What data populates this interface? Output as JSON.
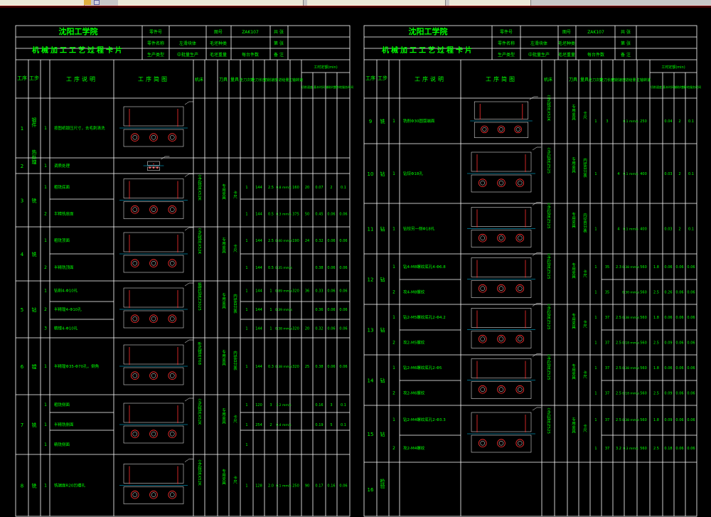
{
  "taskbar": {
    "segments": [
      {
        "label": "",
        "icon": "folder-icon"
      },
      {
        "label": "",
        "icon": "settings-icon"
      },
      {
        "label": "",
        "icon": ""
      },
      {
        "label": "",
        "icon": ""
      },
      {
        "label": "",
        "icon": ""
      },
      {
        "label": "",
        "icon": ""
      }
    ]
  },
  "colors": {
    "background": "#000000",
    "frame": "#ffffff",
    "text": "#00ff00",
    "section_lines": "#ff3030",
    "dimension": "#00d0ff"
  },
  "card_left": {
    "school": "沈阳工学院",
    "title": "机械加工工艺过程卡片",
    "header": {
      "part_no_label": "零件号",
      "part_no_value": "",
      "drawing_label": "图号",
      "drawing_value": "ZAK107",
      "sheet_label": "共 张",
      "material_label": "零件名称",
      "material_value": "左滑块体",
      "weight_label": "毛坯种类",
      "weight_value": "",
      "page_label": "第 张",
      "batch_label": "生产类型",
      "batch_value": "中批量生产",
      "blank_label": "毛坯重量",
      "blank_value": "",
      "qty_label": "每台件数",
      "qty_value": "",
      "note_label": "备 注"
    },
    "columns": {
      "proc": "工序",
      "step": "工步",
      "desc": "工序说明",
      "sketch": "工序简图",
      "machine": "机床",
      "tool": "刀具",
      "qty": "量具",
      "passes": "走刀次数",
      "length": "走刀长度",
      "speed": "切削速度",
      "feed": "进给量",
      "rpm": "主轴转速",
      "cutting": "切削速度",
      "time": "工时定额(min)",
      "t_basic": "基本时间",
      "t_aux": "辅助时间",
      "t_work": "工作地服务时间"
    },
    "rows": [
      {
        "proc": "1",
        "name": "锻件",
        "steps": [
          {
            "no": "1",
            "desc": "按图纸锻压尺寸，去毛刺清洗"
          }
        ]
      },
      {
        "proc": "2",
        "name": "热处理",
        "steps": [
          {
            "no": "1",
            "desc": "调质处理"
          }
        ]
      },
      {
        "proc": "3",
        "name": "铣",
        "steps": [
          {
            "no": "1",
            "desc": "粗铣底面",
            "pass": "1",
            "len": "144",
            "d": "2.5",
            "v": "0.8 mm/s",
            "n": "160",
            "f": "20",
            "t1": "0.07",
            "t2": "2",
            "t3": "0.1"
          },
          {
            "no": "2",
            "desc": "半精铣底面",
            "pass": "1",
            "len": "144",
            "d": "0.5",
            "v": "0.3 mm/s",
            "n": "375",
            "f": "50",
            "t1": "0.45",
            "t2": "0.06",
            "t3": "0.06"
          }
        ],
        "machine": "立式铣床X52K",
        "tool": "专用夹具",
        "gauge": "卡尺"
      },
      {
        "proc": "4",
        "name": "铣",
        "steps": [
          {
            "no": "1",
            "desc": "粗铣顶面",
            "pass": "1",
            "len": "144",
            "d": "2.5",
            "v": "0.40 mm/s",
            "n": "190",
            "f": "24",
            "t1": "0.32",
            "t2": "0.06",
            "t3": "0.06"
          },
          {
            "no": "2",
            "desc": "半精铣顶面",
            "pass": "1",
            "len": "144",
            "d": "0.5",
            "v": "0.35 mm/s",
            "n": "",
            "f": "",
            "t1": "0.38",
            "t2": "0.06",
            "t3": "0.06"
          }
        ],
        "machine": "立式铣床X52K",
        "tool": "专用夹具",
        "gauge": "卡尺"
      },
      {
        "proc": "5",
        "name": "钻",
        "steps": [
          {
            "no": "1",
            "desc": "钻削4-Φ10孔",
            "pass": "1",
            "len": "144",
            "d": "1",
            "v": "0.89 mm/s",
            "n": "320",
            "f": "36",
            "t1": "0.33",
            "t2": "0.06",
            "t3": "0.06"
          },
          {
            "no": "2",
            "desc": "半精镗4-Φ10孔",
            "pass": "1",
            "len": "144",
            "d": "1",
            "v": "0.39 mm/s",
            "n": "",
            "f": "",
            "t1": "0.36",
            "t2": "0.06",
            "t3": "0.06"
          },
          {
            "no": "3",
            "desc": "精镗4-Φ10孔",
            "pass": "1",
            "len": "144",
            "d": "1",
            "v": "0.38 mm/s",
            "n": "320",
            "f": "20",
            "t1": "0.32",
            "t2": "0.06",
            "t3": "0.06"
          }
        ],
        "machine": "摇臂钻床Z3025",
        "tool": "专用夹具",
        "gauge": "内径百分表"
      },
      {
        "proc": "6",
        "name": "镗",
        "steps": [
          {
            "no": "1",
            "desc": "半精镗Φ35-Φ70孔，倒角",
            "pass": "1",
            "len": "144",
            "d": "0.3",
            "v": "0.38 mm/s",
            "n": "320",
            "f": "25",
            "t1": "0.38",
            "t2": "0.06",
            "t3": "0.06"
          }
        ],
        "machine": "卧式镗床T68",
        "tool": "专用夹具",
        "gauge": "内径百分表"
      },
      {
        "proc": "7",
        "name": "铣",
        "steps": [
          {
            "no": "1",
            "desc": "粗铣侧面",
            "pass": "1",
            "len": "120",
            "d": "3",
            "v": "3.2 mm/s",
            "n": "",
            "f": "",
            "t1": "0.16",
            "t2": "3",
            "t3": "0.1"
          },
          {
            "no": "1",
            "desc": "半精铣侧面",
            "pass": "1",
            "len": "254",
            "d": "2",
            "v": "0.4 mm/s",
            "n": "",
            "f": "",
            "t1": "0.19",
            "t2": "5",
            "t3": "0.1"
          },
          {
            "no": "1",
            "desc": "精铣侧面",
            "pass": "1",
            "len": "",
            "d": "",
            "v": "",
            "n": "",
            "f": "",
            "t1": "",
            "t2": "",
            "t3": ""
          }
        ],
        "machine": "立式铣床X52K",
        "tool": "专用夹具",
        "gauge": "卡尺"
      },
      {
        "proc": "8",
        "name": "铣",
        "steps": [
          {
            "no": "1",
            "desc": "铣端面R20凹槽孔",
            "pass": "1",
            "len": "128",
            "d": "2.0",
            "v": "0.1 mm/s",
            "n": "250",
            "f": "90",
            "t1": "0.17",
            "t2": "0.16",
            "t3": "0.06"
          }
        ],
        "machine": "立式铣床X52K",
        "tool": "专用夹具",
        "gauge": "卡尺"
      }
    ]
  },
  "card_right": {
    "school": "沈阳工学院",
    "title": "机械加工工艺过程卡片",
    "header": {
      "part_no_label": "零件号",
      "drawing_label": "图号",
      "drawing_value": "ZAK107",
      "sheet_label": "共 张",
      "material_label": "零件名称",
      "material_value": "左滑块体",
      "weight_label": "毛坯种类",
      "page_label": "第 张",
      "batch_label": "生产类型",
      "batch_value": "中批量生产",
      "blank_label": "毛坯重量",
      "qty_label": "每台件数",
      "note_label": "备 注"
    },
    "rows": [
      {
        "proc": "9",
        "name": "铣",
        "steps": [
          {
            "no": "1",
            "desc": "铣削Φ30圆弧端面",
            "pass": "1",
            "len": "3",
            "d": "",
            "v": "0.1 mm/s",
            "n": "250",
            "f": "",
            "t1": "0.04",
            "t2": "2",
            "t3": "0.1"
          }
        ],
        "machine": "立式铣床X52K",
        "tool": "专用夹具",
        "gauge": "卡尺"
      },
      {
        "proc": "10",
        "name": "钻",
        "steps": [
          {
            "no": "1",
            "desc": "钻铰Φ18孔",
            "pass": "1",
            "len": "",
            "d": "4",
            "v": "0.1 mm/s",
            "n": "400",
            "f": "",
            "t1": "0.03",
            "t2": "2",
            "t3": "0.1"
          }
        ],
        "machine": "立式钻床Z525",
        "tool": "专用夹具",
        "gauge": "内径百分表"
      },
      {
        "proc": "11",
        "name": "钻",
        "steps": [
          {
            "no": "1",
            "desc": "钻铰另一侧Φ18孔",
            "pass": "1",
            "len": "",
            "d": "4",
            "v": "0.1 mm/s",
            "n": "400",
            "f": "",
            "t1": "0.03",
            "t2": "2",
            "t3": "0.1"
          }
        ],
        "machine": "立式钻床Z525",
        "tool": "专用夹具",
        "gauge": "内径百分表"
      },
      {
        "proc": "12",
        "name": "钻",
        "steps": [
          {
            "no": "1",
            "desc": "钻4-M8螺纹底孔4-Φ6.8",
            "pass": "1",
            "len": "35",
            "d": "2.3",
            "v": "0.38 mm/s",
            "n": "560",
            "f": "1.8",
            "t1": "0.06",
            "t2": "0.06",
            "t3": "0.06"
          },
          {
            "no": "2",
            "desc": "攻4-M8螺纹",
            "pass": "1",
            "len": "35",
            "d": "",
            "v": "0.30 mm/s",
            "n": "560",
            "f": "2.5",
            "t1": "0.26",
            "t2": "0.06",
            "t3": "0.06"
          }
        ],
        "machine": "立式钻床Z525",
        "tool": "专用夹具",
        "gauge": "卡尺"
      },
      {
        "proc": "13",
        "name": "钻",
        "steps": [
          {
            "no": "1",
            "desc": "钻2-M5螺纹底孔2-Φ4.2",
            "pass": "1",
            "len": "37",
            "d": "2.5",
            "v": "0.38 mm/s",
            "n": "560",
            "f": "1.8",
            "t1": "0.06",
            "t2": "0.06",
            "t3": "0.06"
          },
          {
            "no": "2",
            "desc": "攻2-M5螺纹",
            "pass": "1",
            "len": "37",
            "d": "2.5",
            "v": "0.18 mm/s",
            "n": "560",
            "f": "2.5",
            "t1": "0.09",
            "t2": "0.06",
            "t3": "0.06"
          }
        ],
        "machine": "立式钻床Z525",
        "tool": "专用夹具",
        "gauge": "卡尺"
      },
      {
        "proc": "14",
        "name": "钻",
        "steps": [
          {
            "no": "1",
            "desc": "钻2-M6螺纹底孔2-Φ5",
            "pass": "1",
            "len": "37",
            "d": "2.5",
            "v": "0.38 mm/s",
            "n": "560",
            "f": "1.8",
            "t1": "0.06",
            "t2": "0.06",
            "t3": "0.06"
          },
          {
            "no": "2",
            "desc": "攻2-M6螺纹",
            "pass": "1",
            "len": "37",
            "d": "2.5",
            "v": "0.18 mm/s",
            "n": "560",
            "f": "2.5",
            "t1": "0.09",
            "t2": "0.06",
            "t3": "0.06"
          }
        ],
        "machine": "立式钻床Z525",
        "tool": "专用夹具",
        "gauge": "卡尺"
      },
      {
        "proc": "15",
        "name": "钻",
        "steps": [
          {
            "no": "1",
            "desc": "钻2-M4螺纹底孔2-Φ3.3",
            "pass": "1",
            "len": "37",
            "d": "2.5",
            "v": "0.38 mm/s",
            "n": "560",
            "f": "1.8",
            "t1": "0.09",
            "t2": "0.06",
            "t3": "0.06"
          },
          {
            "no": "2",
            "desc": "攻2-M4螺纹",
            "pass": "1",
            "len": "37",
            "d": "3.2",
            "v": "0.3 mm/s",
            "n": "560",
            "f": "2.5",
            "t1": "0.18",
            "t2": "0.06",
            "t3": "0.06"
          }
        ],
        "machine": "立式钻床Z525",
        "tool": "专用夹具",
        "gauge": "卡尺"
      },
      {
        "proc": "16",
        "name": "检验",
        "steps": []
      }
    ]
  }
}
